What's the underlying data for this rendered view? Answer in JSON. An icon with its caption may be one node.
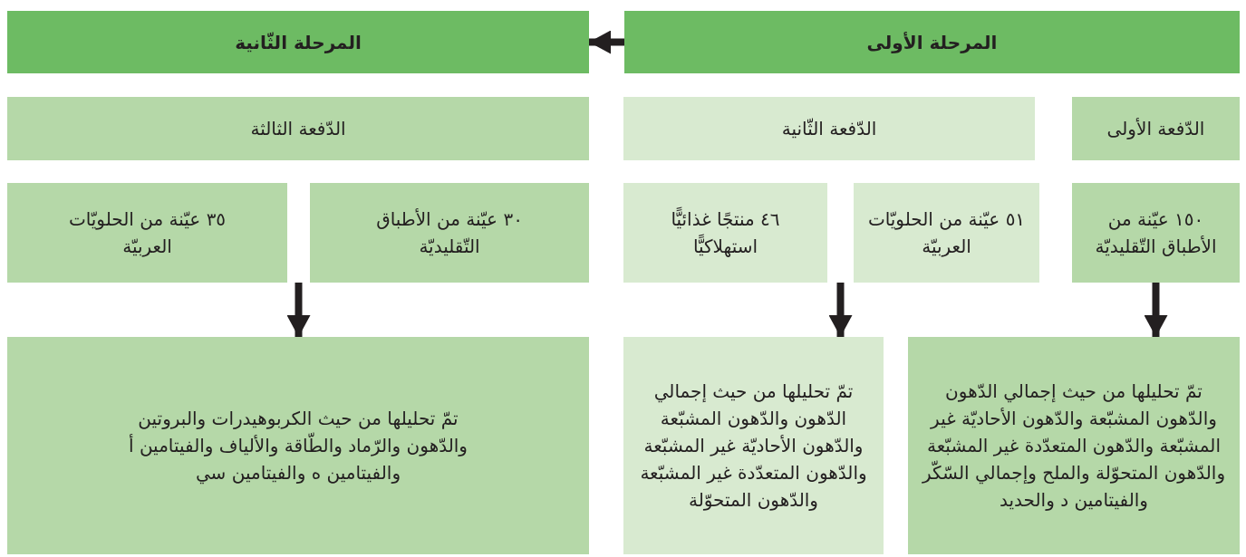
{
  "diagram": {
    "nodes": [
      {
        "text": [
          "المرحلة الأولى"
        ]
      },
      {
        "text": [
          "المرحلة الثّانية"
        ]
      },
      {
        "text": [
          "الدّفعة الأولى"
        ]
      },
      {
        "text": [
          "الدّفعة الثّانية"
        ]
      },
      {
        "text": [
          "الدّفعة الثالثة"
        ]
      },
      {
        "text": [
          "١٥٠ عيّنة من الأطباق التّقليديّة"
        ]
      },
      {
        "text": [
          "٥١ عيّنة من الحلويّات العربيّة"
        ]
      },
      {
        "text": [
          "٤٦ منتجًا غذائيًّا استهلاكيًّا"
        ]
      },
      {
        "text": [
          "٣٠ عيّنة من الأطباق التّقليديّة"
        ]
      },
      {
        "text": [
          "٣٥ عيّنة من الحلويّات العربيّة"
        ]
      },
      {
        "text": [
          "تمّ تحليلها من حيث إجمالي الدّهون والدّهون المشبّعة والدّهون الأحاديّة غير المشبّعة والدّهون المتعدّدة غير المشبّعة والدّهون المتحوّلة والملح وإجمالي السّكّر والفيتامين د والحديد"
        ]
      },
      {
        "text": [
          "تمّ تحليلها من حيث إجمالي الدّهون والدّهون المشبّعة والدّهون الأحاديّة غير المشبّعة والدّهون المتعدّدة غير المشبّعة والدّهون المتحوّلة"
        ]
      },
      {
        "text": [
          "تمّ تحليلها من حيث الكربوهيدرات والبروتين والدّهون والرّماد والطّاقة والألياف والفيتامين أ والفيتامين ه والفيتامين سي"
        ]
      }
    ],
    "edges": [
      {
        "from": 0,
        "to": 1,
        "arrow": "to"
      },
      {
        "from": 5,
        "to": 10,
        "arrow": "to"
      },
      {
        "from": 6,
        "to": 11,
        "arrow": "to"
      },
      {
        "from": 7,
        "to": 11,
        "arrow": "to"
      },
      {
        "from": 8,
        "to": 12,
        "arrow": "to"
      },
      {
        "from": 9,
        "to": 12,
        "arrow": "to"
      }
    ]
  }
}
